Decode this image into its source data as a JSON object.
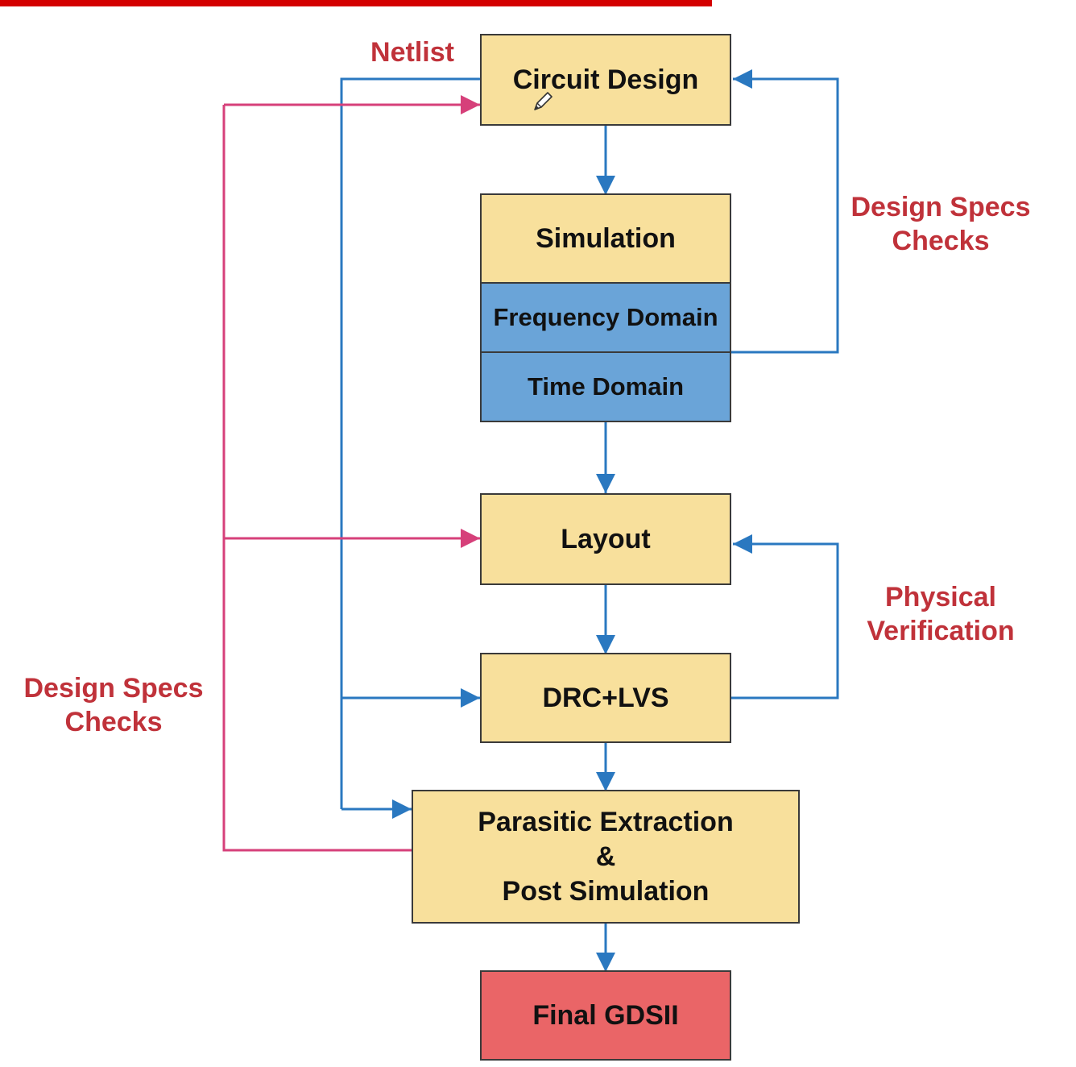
{
  "colors": {
    "accent_bar": "#d40000",
    "box_fill": "#f8e09c",
    "sub_box_fill": "#6aa4d8",
    "final_fill": "#ea6567",
    "blue_arrow": "#2a78c0",
    "pink_arrow": "#d6407a",
    "label_text": "#c0323a"
  },
  "boxes": {
    "circuit_design": "Circuit Design",
    "simulation": "Simulation",
    "frequency_domain": "Frequency Domain",
    "time_domain": "Time Domain",
    "layout": "Layout",
    "drc_lvs": "DRC+LVS",
    "parasitic_line1": "Parasitic Extraction",
    "parasitic_line2": "&",
    "parasitic_line3": "Post Simulation",
    "final_gdsii": "Final GDSII"
  },
  "labels": {
    "netlist": "Netlist",
    "design_specs_right_line1": "Design Specs",
    "design_specs_right_line2": "Checks",
    "physical_verification_line1": "Physical",
    "physical_verification_line2": "Verification",
    "design_specs_left_line1": "Design Specs",
    "design_specs_left_line2": "Checks"
  },
  "icons": {
    "cursor": "pencil-icon"
  }
}
